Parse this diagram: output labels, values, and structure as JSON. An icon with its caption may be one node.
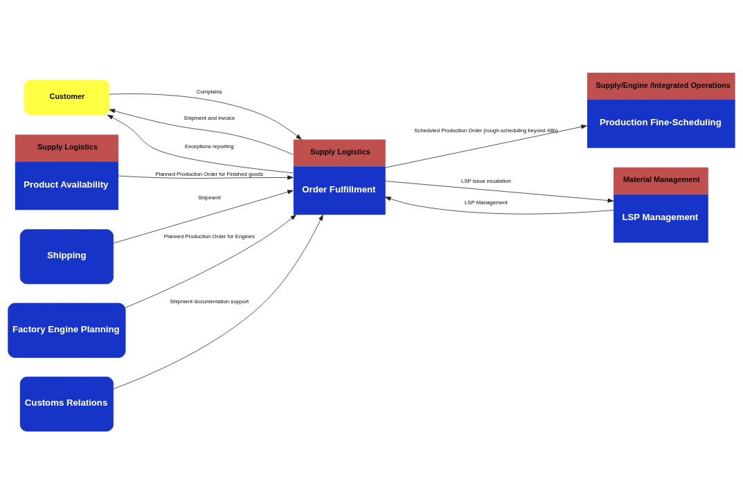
{
  "diagram": {
    "nodes": [
      {
        "text": [
          "Customer"
        ]
      },
      {
        "text": [
          "Supply/Engine /Integrated Operations",
          "Production Fine-Scheduling"
        ]
      },
      {
        "text": [
          "Supply Logistics",
          "Order Fulfillment"
        ]
      },
      {
        "text": [
          "Supply Logistics",
          "Product Availability"
        ]
      },
      {
        "text": [
          "Shipping"
        ]
      },
      {
        "text": [
          "Factory Engine Planning"
        ]
      },
      {
        "text": [
          "Material Management",
          "LSP Management"
        ]
      },
      {
        "text": [
          "Customs Relations"
        ]
      }
    ],
    "edges": [
      {
        "from": 2,
        "to": 0,
        "arrow": "to",
        "label": "Shipment and invoice"
      },
      {
        "from": 2,
        "to": 0,
        "arrow": "to",
        "label": "Exceptions reporting"
      },
      {
        "from": 0,
        "to": 2,
        "arrow": "to",
        "label": "Complains"
      },
      {
        "from": 2,
        "to": 1,
        "arrow": "to",
        "label": "Scheduled Production Order (rough-scheduling beyond 48h)"
      },
      {
        "from": 3,
        "to": 2,
        "arrow": "to",
        "label": "Planned Production Order for Finished goods"
      },
      {
        "from": 5,
        "to": 2,
        "arrow": "to",
        "label": "Planned Production Order for Engines"
      },
      {
        "from": 4,
        "to": 2,
        "arrow": "to",
        "label": "Shipment"
      },
      {
        "from": 6,
        "to": 2,
        "arrow": "to",
        "label": "LSP Management"
      },
      {
        "from": 2,
        "to": 6,
        "arrow": "to",
        "label": "LSP issue escalation"
      },
      {
        "from": 7,
        "to": 2,
        "arrow": "to",
        "label": "Shipment documentation support"
      }
    ]
  }
}
